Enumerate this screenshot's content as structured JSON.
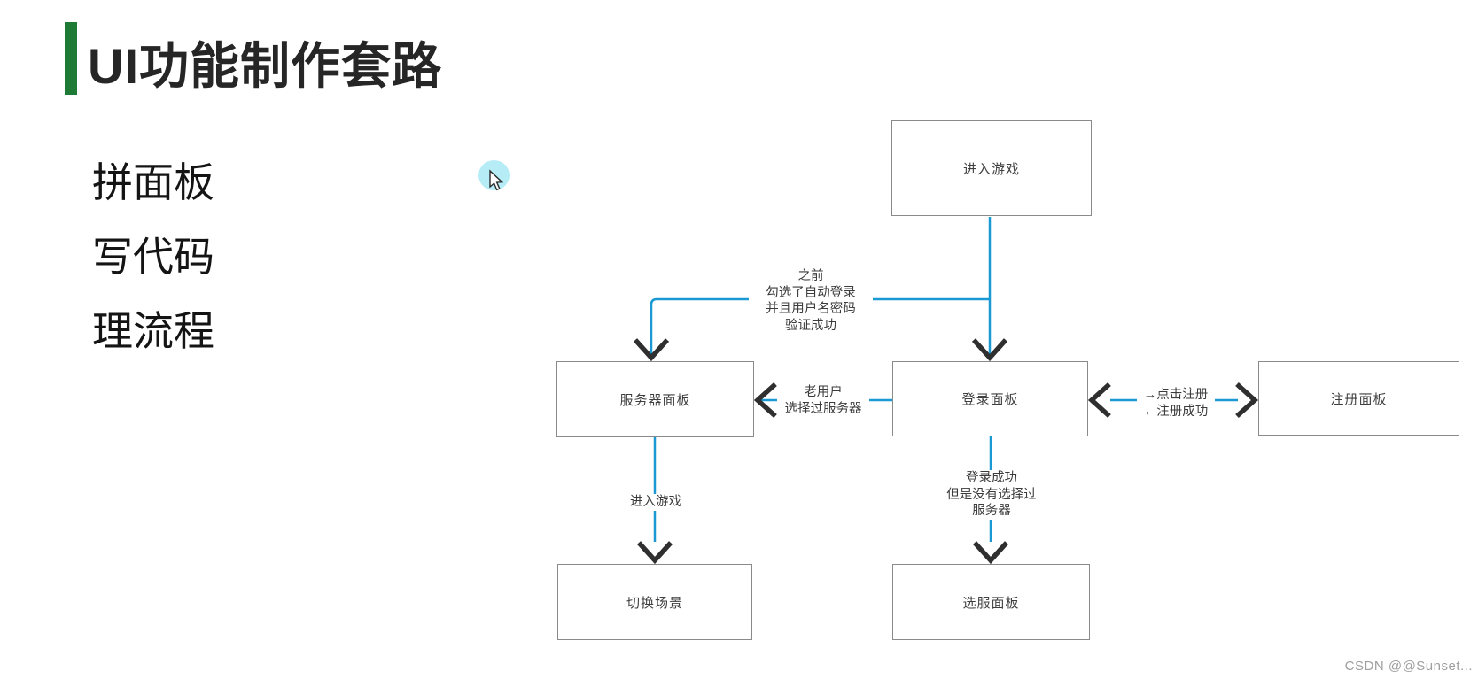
{
  "page": {
    "title": "UI功能制作套路",
    "bullets": [
      "拼面板",
      "写代码",
      "理流程"
    ],
    "watermark": "CSDN @@Sunset..."
  },
  "flowchart": {
    "nodes": [
      {
        "id": "enter-game",
        "label": "进入游戏"
      },
      {
        "id": "server-panel",
        "label": "服务器面板"
      },
      {
        "id": "login-panel",
        "label": "登录面板"
      },
      {
        "id": "register-panel",
        "label": "注册面板"
      },
      {
        "id": "switch-scene",
        "label": "切换场景"
      },
      {
        "id": "select-server-panel",
        "label": "选服面板"
      }
    ],
    "edges": [
      {
        "from": "enter-game",
        "to": "login-panel",
        "label_lines": []
      },
      {
        "from": "enter-game",
        "to": "server-panel",
        "label_lines": [
          "之前",
          "勾选了自动登录",
          "并且用户名密码",
          "验证成功"
        ]
      },
      {
        "from": "login-panel",
        "to": "server-panel",
        "label_lines": [
          "老用户",
          "选择过服务器"
        ]
      },
      {
        "from": "login-panel",
        "to": "register-panel",
        "bidirectional": true,
        "label_lines": [
          "→点击注册",
          "←注册成功"
        ]
      },
      {
        "from": "server-panel",
        "to": "switch-scene",
        "label_lines": [
          "进入游戏"
        ]
      },
      {
        "from": "login-panel",
        "to": "select-server-panel",
        "label_lines": [
          "登录成功",
          "但是没有选择过",
          "服务器"
        ]
      }
    ]
  },
  "colors": {
    "accent_green": "#1e7b35",
    "connector_blue": "#1a99d5",
    "arrow_dark": "#2f2f2f",
    "title_dark": "#262626",
    "watermark_gray": "#9e9e9e",
    "cursor_highlight": "#b5ecf6"
  }
}
